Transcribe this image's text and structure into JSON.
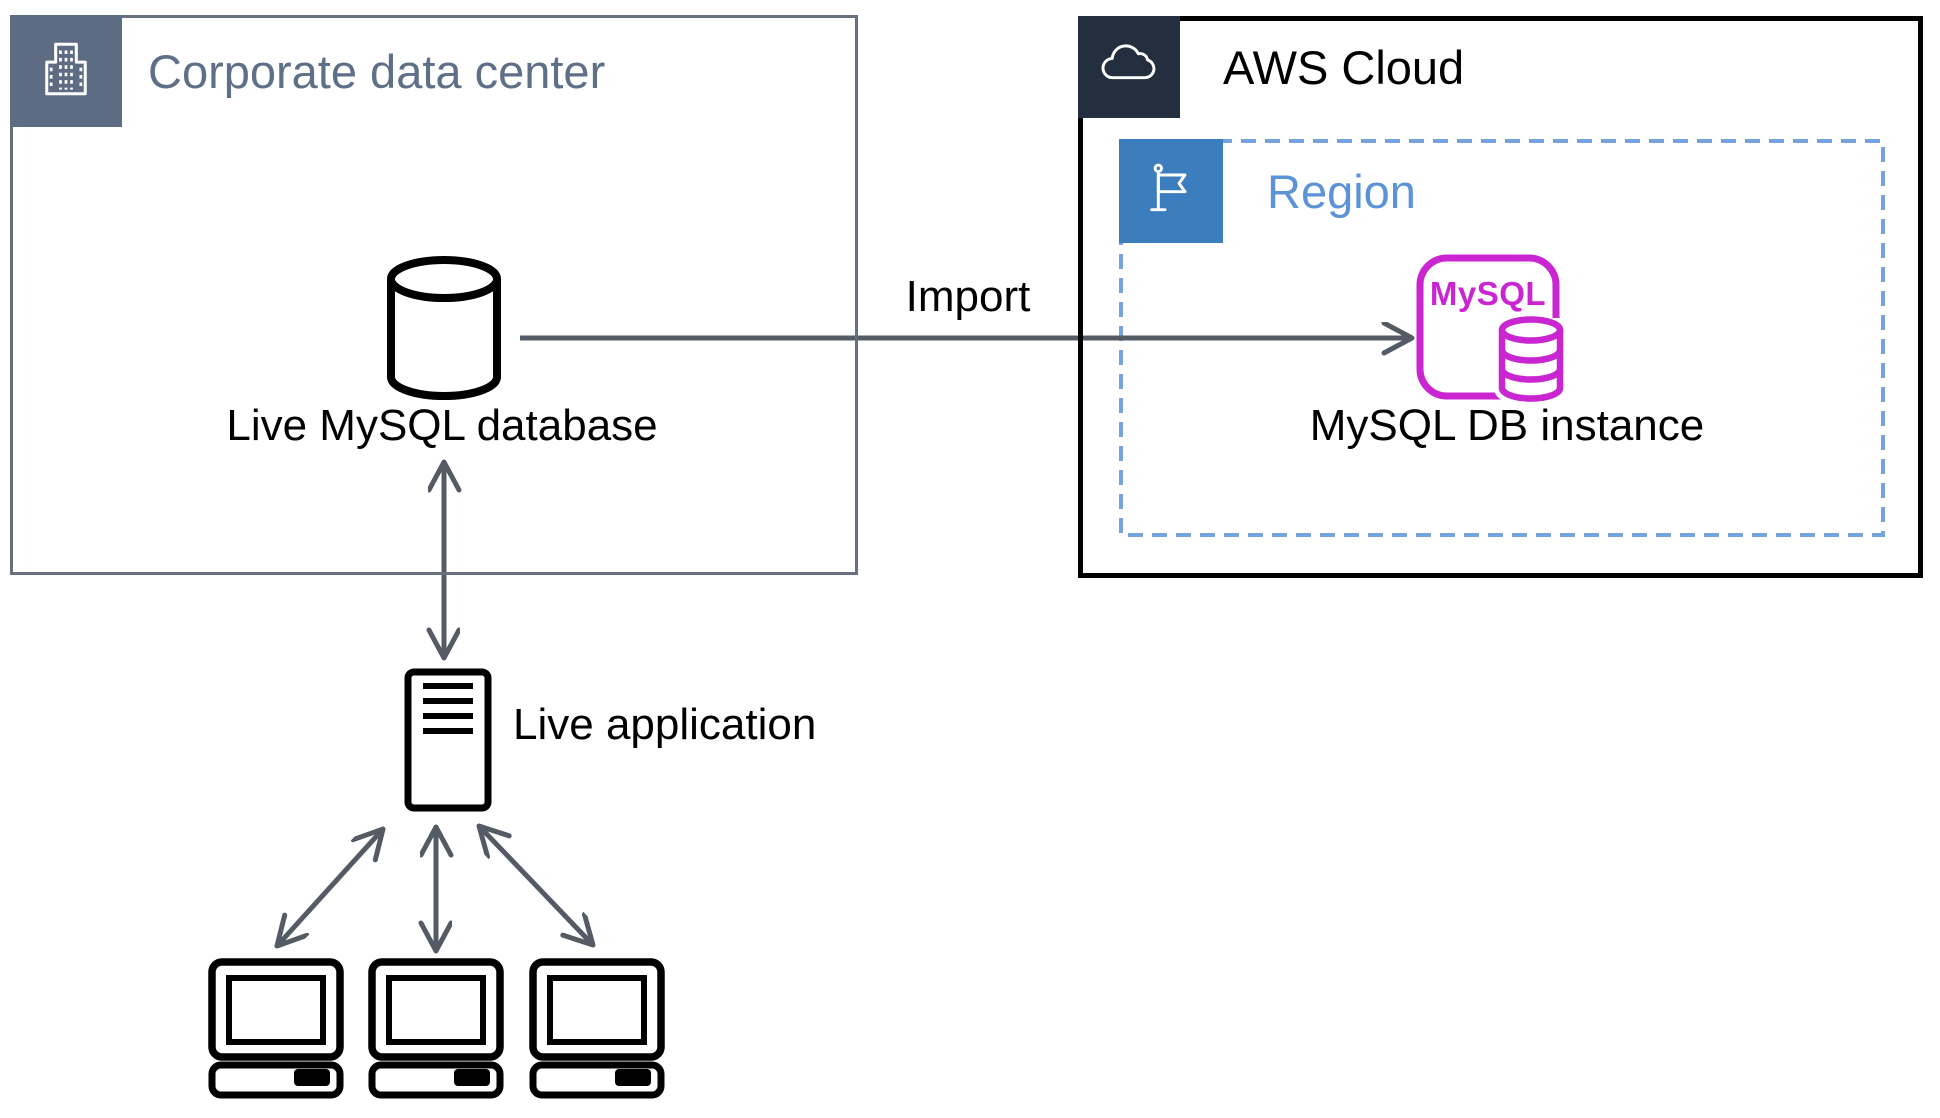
{
  "diagram": {
    "corporate_group": {
      "title": "Corporate data center",
      "icon": "building-icon"
    },
    "aws_group": {
      "title": "AWS Cloud",
      "icon": "cloud-icon"
    },
    "region_group": {
      "title": "Region",
      "icon": "flag-icon"
    },
    "nodes": {
      "database": {
        "label": "Live MySQL database",
        "icon": "database-cylinder-icon"
      },
      "application": {
        "label": "Live application",
        "icon": "server-icon"
      },
      "instance": {
        "label": "MySQL DB instance",
        "icon": "mysql-rds-icon",
        "logo_text": "MySQL"
      },
      "clients": {
        "icon": "desktop-computer-icon",
        "count": 3
      }
    },
    "edges": {
      "import": {
        "label": "Import",
        "direction": "database-to-instance"
      },
      "db_app": {
        "direction": "bidirectional"
      },
      "app_clients": {
        "direction": "bidirectional"
      }
    },
    "colors": {
      "corporate_slate": "#5D6B83",
      "corporate_border": "#66707F",
      "aws_navy": "#232F3E",
      "aws_border": "#000000",
      "region_blue": "#3C7EBD",
      "region_dash": "#74A3DE",
      "region_text": "#5C93D6",
      "mysql_magenta": "#C925D1",
      "arrow_gray": "#545B64",
      "label_black": "#000000"
    }
  }
}
